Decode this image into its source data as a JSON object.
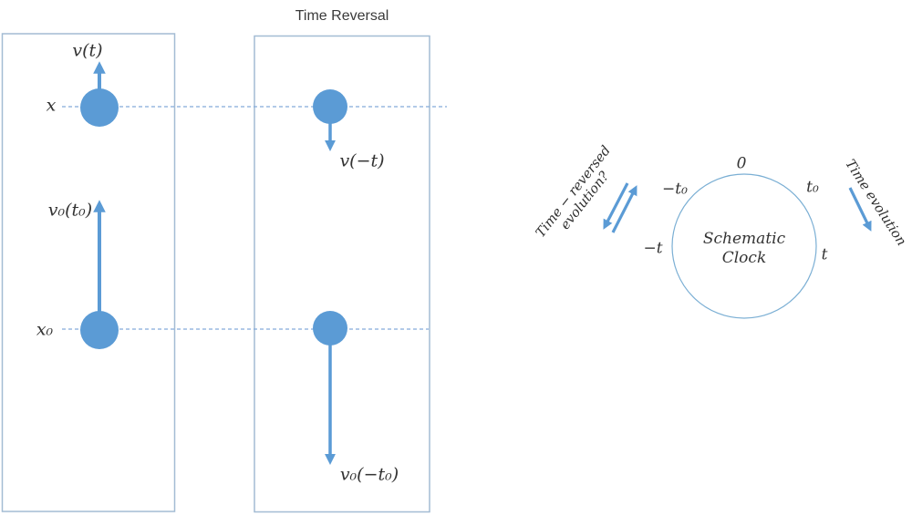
{
  "title": "Time Reversal",
  "colors": {
    "accent": "#5b9bd5",
    "panel_border": "#a3bcd4",
    "dashed_line": "#85abdb",
    "clock_border": "#7bafd4",
    "text": "#333333"
  },
  "left_panel": {
    "top_ball": {
      "velocity_label": "v(t)",
      "position_label": "x"
    },
    "bottom_ball": {
      "velocity_label": "v₀(t₀)",
      "position_label": "x₀"
    }
  },
  "reversal_panel": {
    "top_ball": {
      "velocity_label": "v(−t)"
    },
    "bottom_ball": {
      "velocity_label": "v₀(−t₀)"
    }
  },
  "clock": {
    "center_line1": "Schematic",
    "center_line2": "Clock",
    "tick_labels": {
      "top": "0",
      "upper_left": "−t₀",
      "upper_right": "t₀",
      "left": "−t",
      "right": "t"
    },
    "right_annotation": "Time evolution",
    "left_annotation_line1": "Time − reversed",
    "left_annotation_line2": "evolution?"
  }
}
